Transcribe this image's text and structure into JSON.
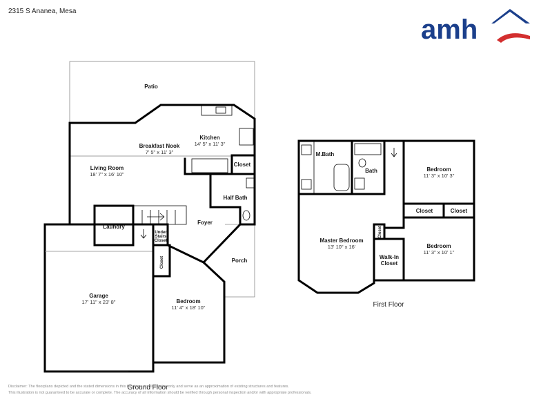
{
  "header": {
    "address": "2315 S Ananea, Mesa"
  },
  "brand": {
    "logo_text": "amh",
    "color_primary": "#1b3f8b",
    "color_accent": "#d32f2f"
  },
  "ground_floor": {
    "caption": "Ground Floor",
    "rooms": {
      "patio": {
        "label": "Patio"
      },
      "kitchen": {
        "label": "Kitchen",
        "dims": "14' 5\" x 11' 3\""
      },
      "breakfast_nook": {
        "label": "Breakfast Nook",
        "dims": "7' 5\" x 11' 3\""
      },
      "living_room": {
        "label": "Living Room",
        "dims": "18' 7\" x 16' 10\""
      },
      "closet_kitchen": {
        "label": "Closet"
      },
      "half_bath": {
        "label": "Half Bath"
      },
      "laundry": {
        "label": "Laundry"
      },
      "foyer": {
        "label": "Foyer"
      },
      "under_stairs_closet": {
        "label_lines": [
          "Under",
          "Stairs",
          "Closet"
        ]
      },
      "closet_hall": {
        "label": "Closet"
      },
      "porch": {
        "label": "Porch"
      },
      "garage": {
        "label": "Garage",
        "dims": "17' 11\" x 23' 8\""
      },
      "bedroom": {
        "label": "Bedroom",
        "dims": "11' 4\" x 18' 10\""
      }
    }
  },
  "first_floor": {
    "caption": "First Floor",
    "rooms": {
      "m_bath": {
        "label": "M.Bath"
      },
      "bath": {
        "label": "Bath"
      },
      "bedroom_1": {
        "label": "Bedroom",
        "dims": "11' 3\" x 10' 3\""
      },
      "master_bedroom": {
        "label": "Master Bedroom",
        "dims": "13' 10\" x 16'"
      },
      "closet_a": {
        "label": "Closet"
      },
      "closet_b": {
        "label": "Closet"
      },
      "closet_small": {
        "label": "Closet"
      },
      "walk_in_closet": {
        "label_lines": [
          "Walk-In",
          "Closet"
        ]
      },
      "bedroom_2": {
        "label": "Bedroom",
        "dims": "11' 3\" x 10' 1\""
      }
    }
  },
  "disclaimer": {
    "line1": "Disclaimer: The floorplans depicted and the stated dimensions in this brochure are illustrative only and serve as an approximation of existing structures and features.",
    "line2": "This illustration is not guaranteed to be accurate or complete. The accuracy of all information should be verified through personal inspection and/or with appropriate professionals."
  }
}
